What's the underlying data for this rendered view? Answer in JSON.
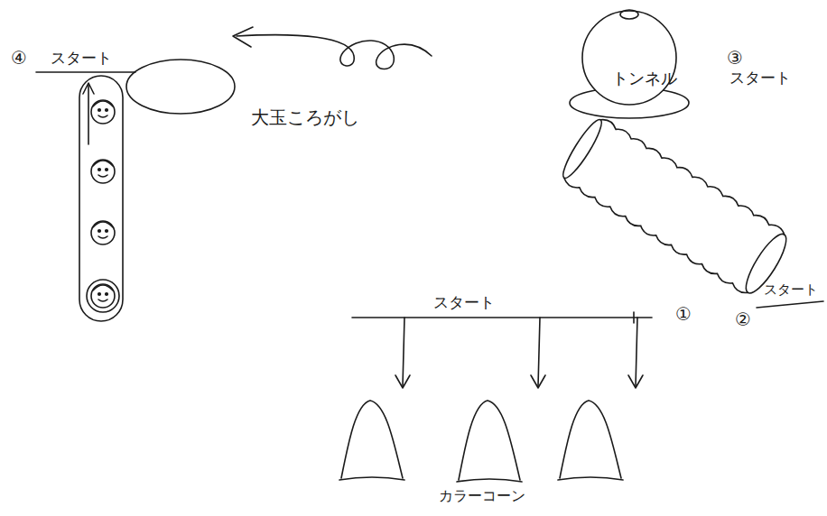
{
  "diagram": {
    "nodes": [
      {
        "text": [
          "トンネル"
        ]
      }
    ],
    "labels": [
      "③",
      "スタート",
      "大玉ころがし",
      "④",
      "スタート",
      "スタート",
      "①",
      "②",
      "スタート",
      "カラーコーン"
    ]
  }
}
